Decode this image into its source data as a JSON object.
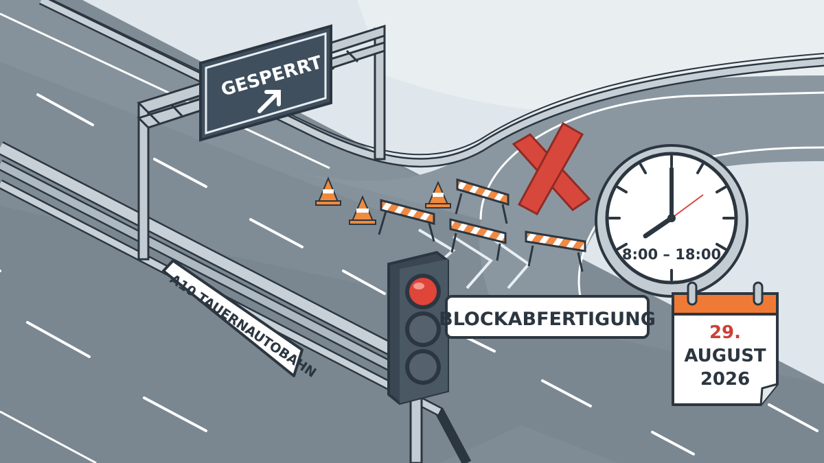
{
  "gantry_sign": {
    "text": "GESPERRT"
  },
  "road_sign": {
    "text": "A10 TAUERNAUTOBAHN"
  },
  "traffic_light_label": {
    "text": "BLOCKABFERTIGUNG"
  },
  "clock": {
    "time_range": "8:00 – 18:00"
  },
  "calendar": {
    "day": "29.",
    "month": "AUGUST",
    "year": "2026"
  },
  "icons": [
    "arrow-up-right-icon",
    "red-x-icon",
    "clock-icon",
    "calendar-icon",
    "traffic-light-icon",
    "traffic-cone-icon",
    "barrier-icon"
  ],
  "colors": {
    "road": "#7f8c96",
    "sign_dark": "#3f4f5e",
    "outline": "#2c3640",
    "barrier_orange": "#ef8a45",
    "cone_orange": "#f08a3c",
    "signal_red": "#e0453a",
    "x_red": "#d8473c",
    "calendar_header": "#ef7a36",
    "calendar_day": "#cc3f36"
  }
}
